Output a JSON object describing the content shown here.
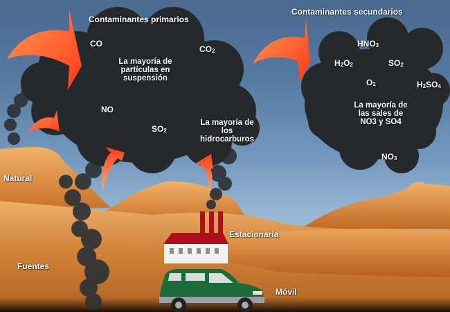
{
  "diagram": {
    "title_primary": "Contaminantes primarios",
    "title_secondary": "Contaminantes secundarios",
    "primary_cloud": {
      "items": [
        {
          "formula": "CO"
        },
        {
          "formula": "CO",
          "sub": "2"
        },
        {
          "formula": "NO"
        },
        {
          "formula": "SO",
          "sub": "2"
        }
      ],
      "note_particles": [
        "La mayoría de",
        "partículas en",
        "suspensión"
      ],
      "note_hydrocarbons": [
        "La mayoría de",
        "los",
        "hidrocarburos"
      ]
    },
    "secondary_cloud": {
      "items": [
        {
          "formula": "HNO",
          "sub": "3"
        },
        {
          "formula": "H2O2",
          "parts": [
            "H",
            "2",
            "O",
            "2"
          ]
        },
        {
          "formula": "SO",
          "sub": "2"
        },
        {
          "formula": "O",
          "sub": "2"
        },
        {
          "formula": "H2SO4",
          "parts": [
            "H",
            "2",
            "SO",
            "4"
          ]
        },
        {
          "formula": "NO",
          "sub": "3"
        }
      ],
      "note_salts": [
        "La mayoría de",
        "las sales de",
        "NO3 y SO4"
      ]
    },
    "sources": {
      "heading": "Fuentes",
      "natural": "Natural",
      "stationary": "Estacionaria",
      "mobile": "Móvil"
    },
    "colors": {
      "sky_top": "#4a6a90",
      "sky_bottom": "#a8c4dc",
      "smoke": "#2b2e31",
      "arrow": "#ff5a2a",
      "hill": "#d98a3c",
      "factory_roof": "#b0101a",
      "car": "#1d6a3a"
    }
  }
}
